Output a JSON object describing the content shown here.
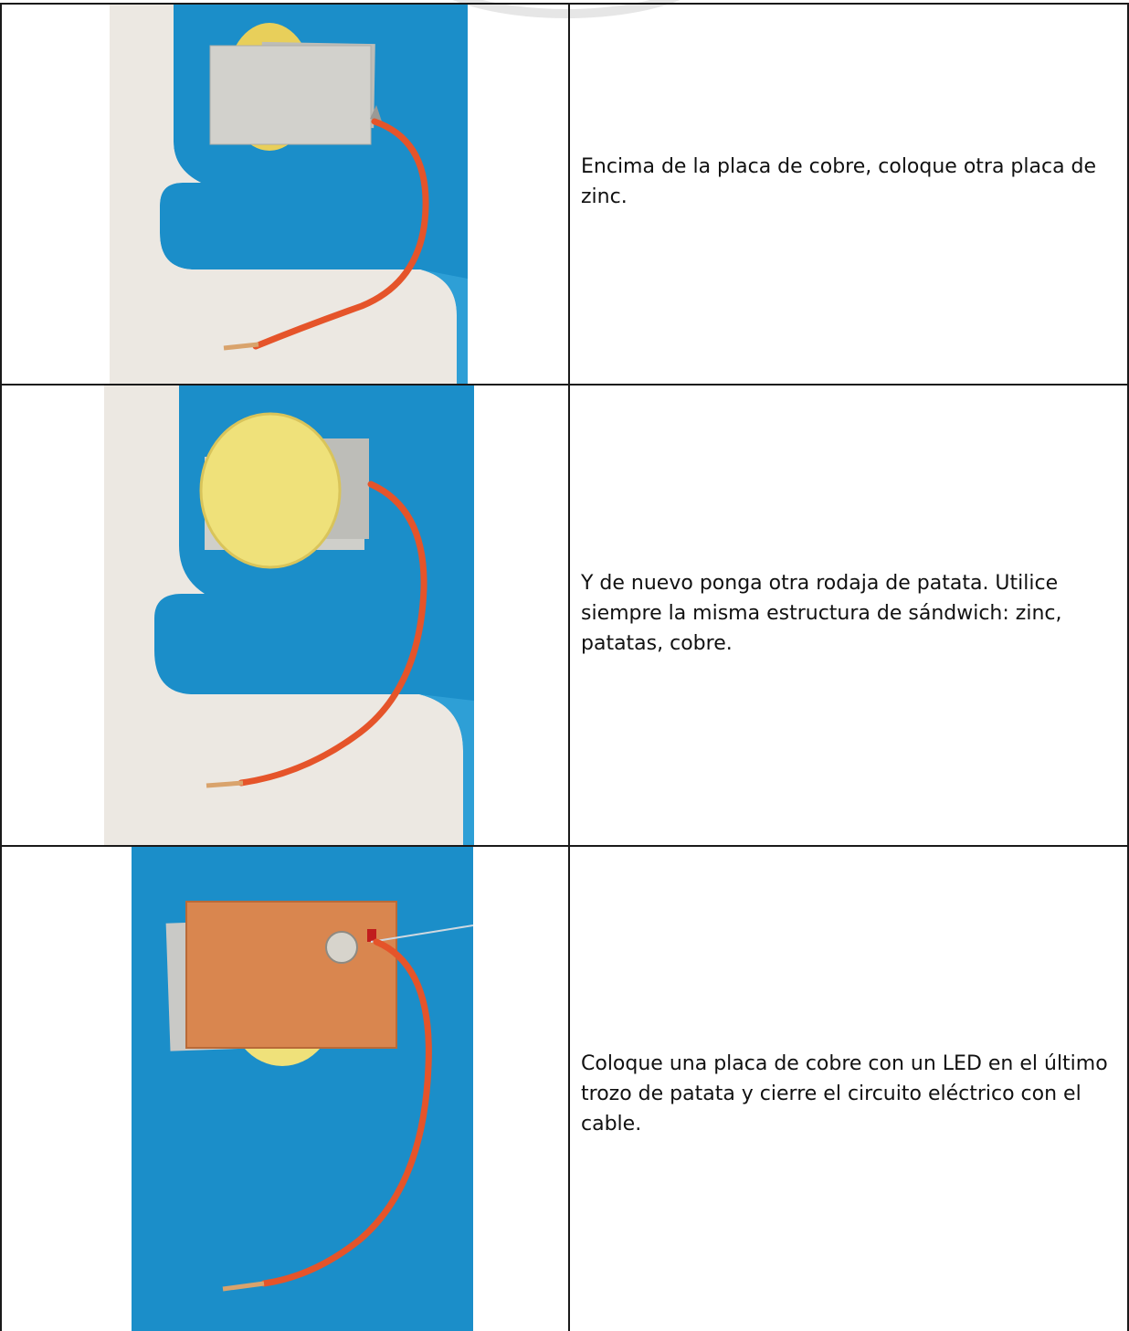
{
  "steps": [
    {
      "text": "Encima de la placa de cobre, coloque otra placa de zinc."
    },
    {
      "text": "Y de nuevo ponga otra rodaja de patata. Utilice siempre la misma estructura de sándwich: zinc, patatas, cobre."
    },
    {
      "text": "Coloque una placa de cobre con un LED en el último trozo de patata y cierre el circuito eléctrico con el cable."
    }
  ],
  "colors": {
    "background_blue": "#1b8ec9",
    "tray_white": "#ece8e2",
    "zinc": "#c9c9c6",
    "copper": "#d9864f",
    "potato": "#efe17a",
    "wire": "#e5542a"
  }
}
